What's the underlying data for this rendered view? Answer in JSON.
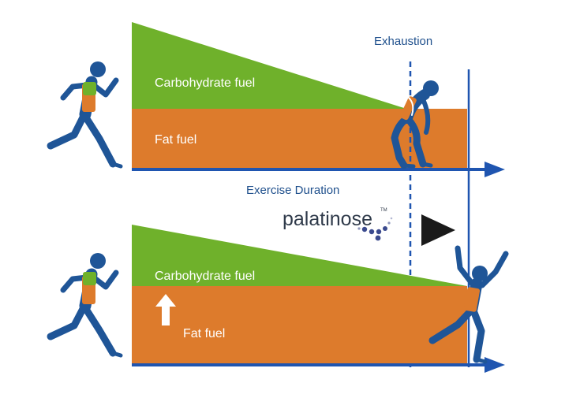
{
  "colors": {
    "carb": "#6fb12b",
    "fat": "#dd7b2c",
    "axis": "#1f55b0",
    "runner": "#1f5597",
    "brand": "#2f3a4a",
    "text_blue": "#1e4f8c"
  },
  "top_panel": {
    "carb_label": "Carbohydrate fuel",
    "fat_label": "Fat fuel",
    "exhaustion_label": "Exhaustion"
  },
  "middle": {
    "axis_label": "Exercise Duration",
    "brand_text": "palatinose",
    "brand_tm": "TM"
  },
  "bottom_panel": {
    "carb_label": "Carbohydrate fuel",
    "fat_label": "Fat fuel",
    "fat_increase_icon": "up-arrow-icon"
  },
  "icons": [
    "runner-icon",
    "exhausted-runner-icon",
    "celebrating-runner-icon",
    "play-triangle-icon",
    "up-arrow-icon"
  ]
}
